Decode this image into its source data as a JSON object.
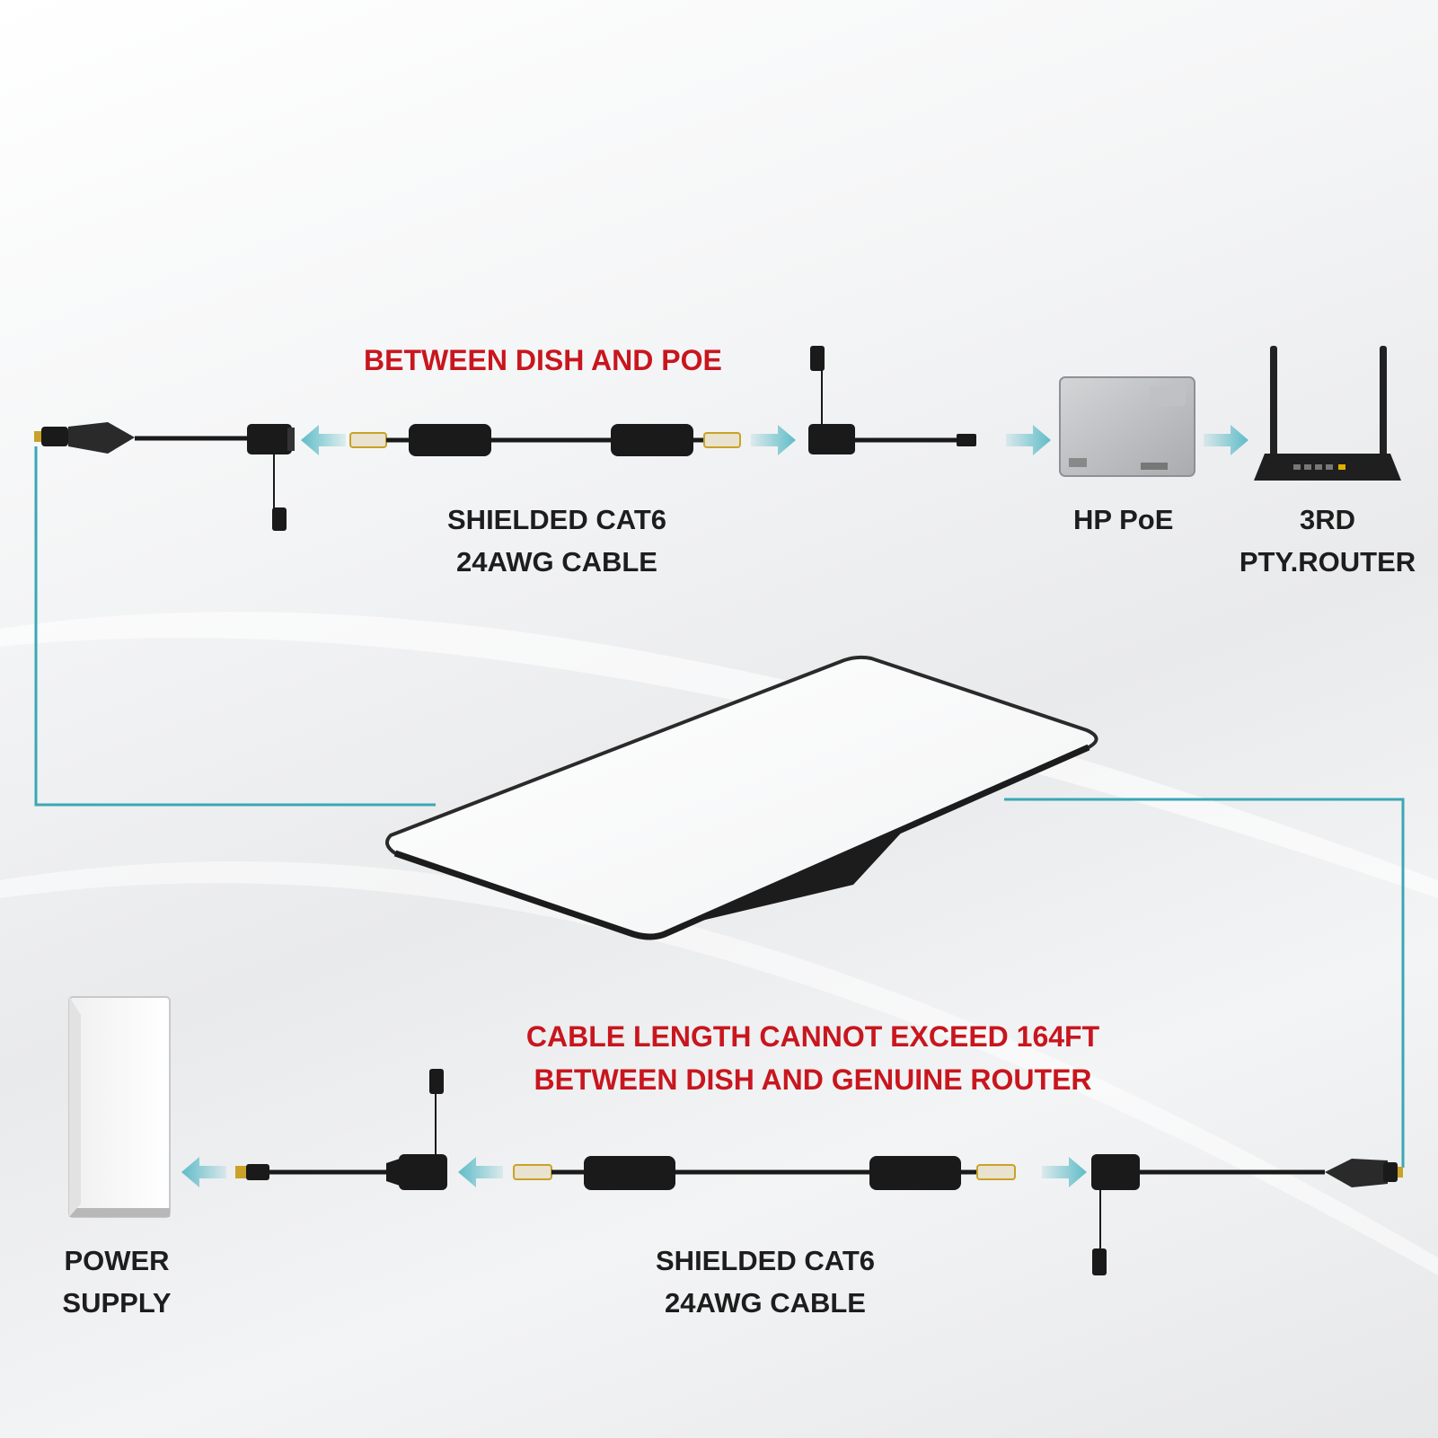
{
  "colors": {
    "accent_red": "#c8161e",
    "line_teal": "#3aa7b4",
    "arrow_teal": "#5fbcc8",
    "text_dark": "#1d1d1d",
    "cable_black": "#1a1a1a",
    "gold_pins": "#c9a227"
  },
  "top": {
    "note": "BETWEEN DISH AND POE",
    "cable_label": [
      "SHIELDED CAT6",
      "24AWG CABLE"
    ],
    "poe_label": "HP PoE",
    "router_label": [
      "3RD",
      "PTY.ROUTER"
    ]
  },
  "bottom": {
    "note": [
      "CABLE LENGTH CANNOT EXCEED 164FT",
      "BETWEEN DISH AND GENUINE ROUTER"
    ],
    "power_label": [
      "POWER",
      "SUPPLY"
    ],
    "cable_label": [
      "SHIELDED CAT6",
      "24AWG CABLE"
    ]
  },
  "icons": {
    "dish": "satellite-dish-icon",
    "poe": "poe-injector-icon",
    "router": "router-icon",
    "power": "power-supply-icon",
    "coupler": "rj45-coupler-icon",
    "connector": "rj45-connector-icon",
    "arrow": "flow-arrow-icon"
  }
}
